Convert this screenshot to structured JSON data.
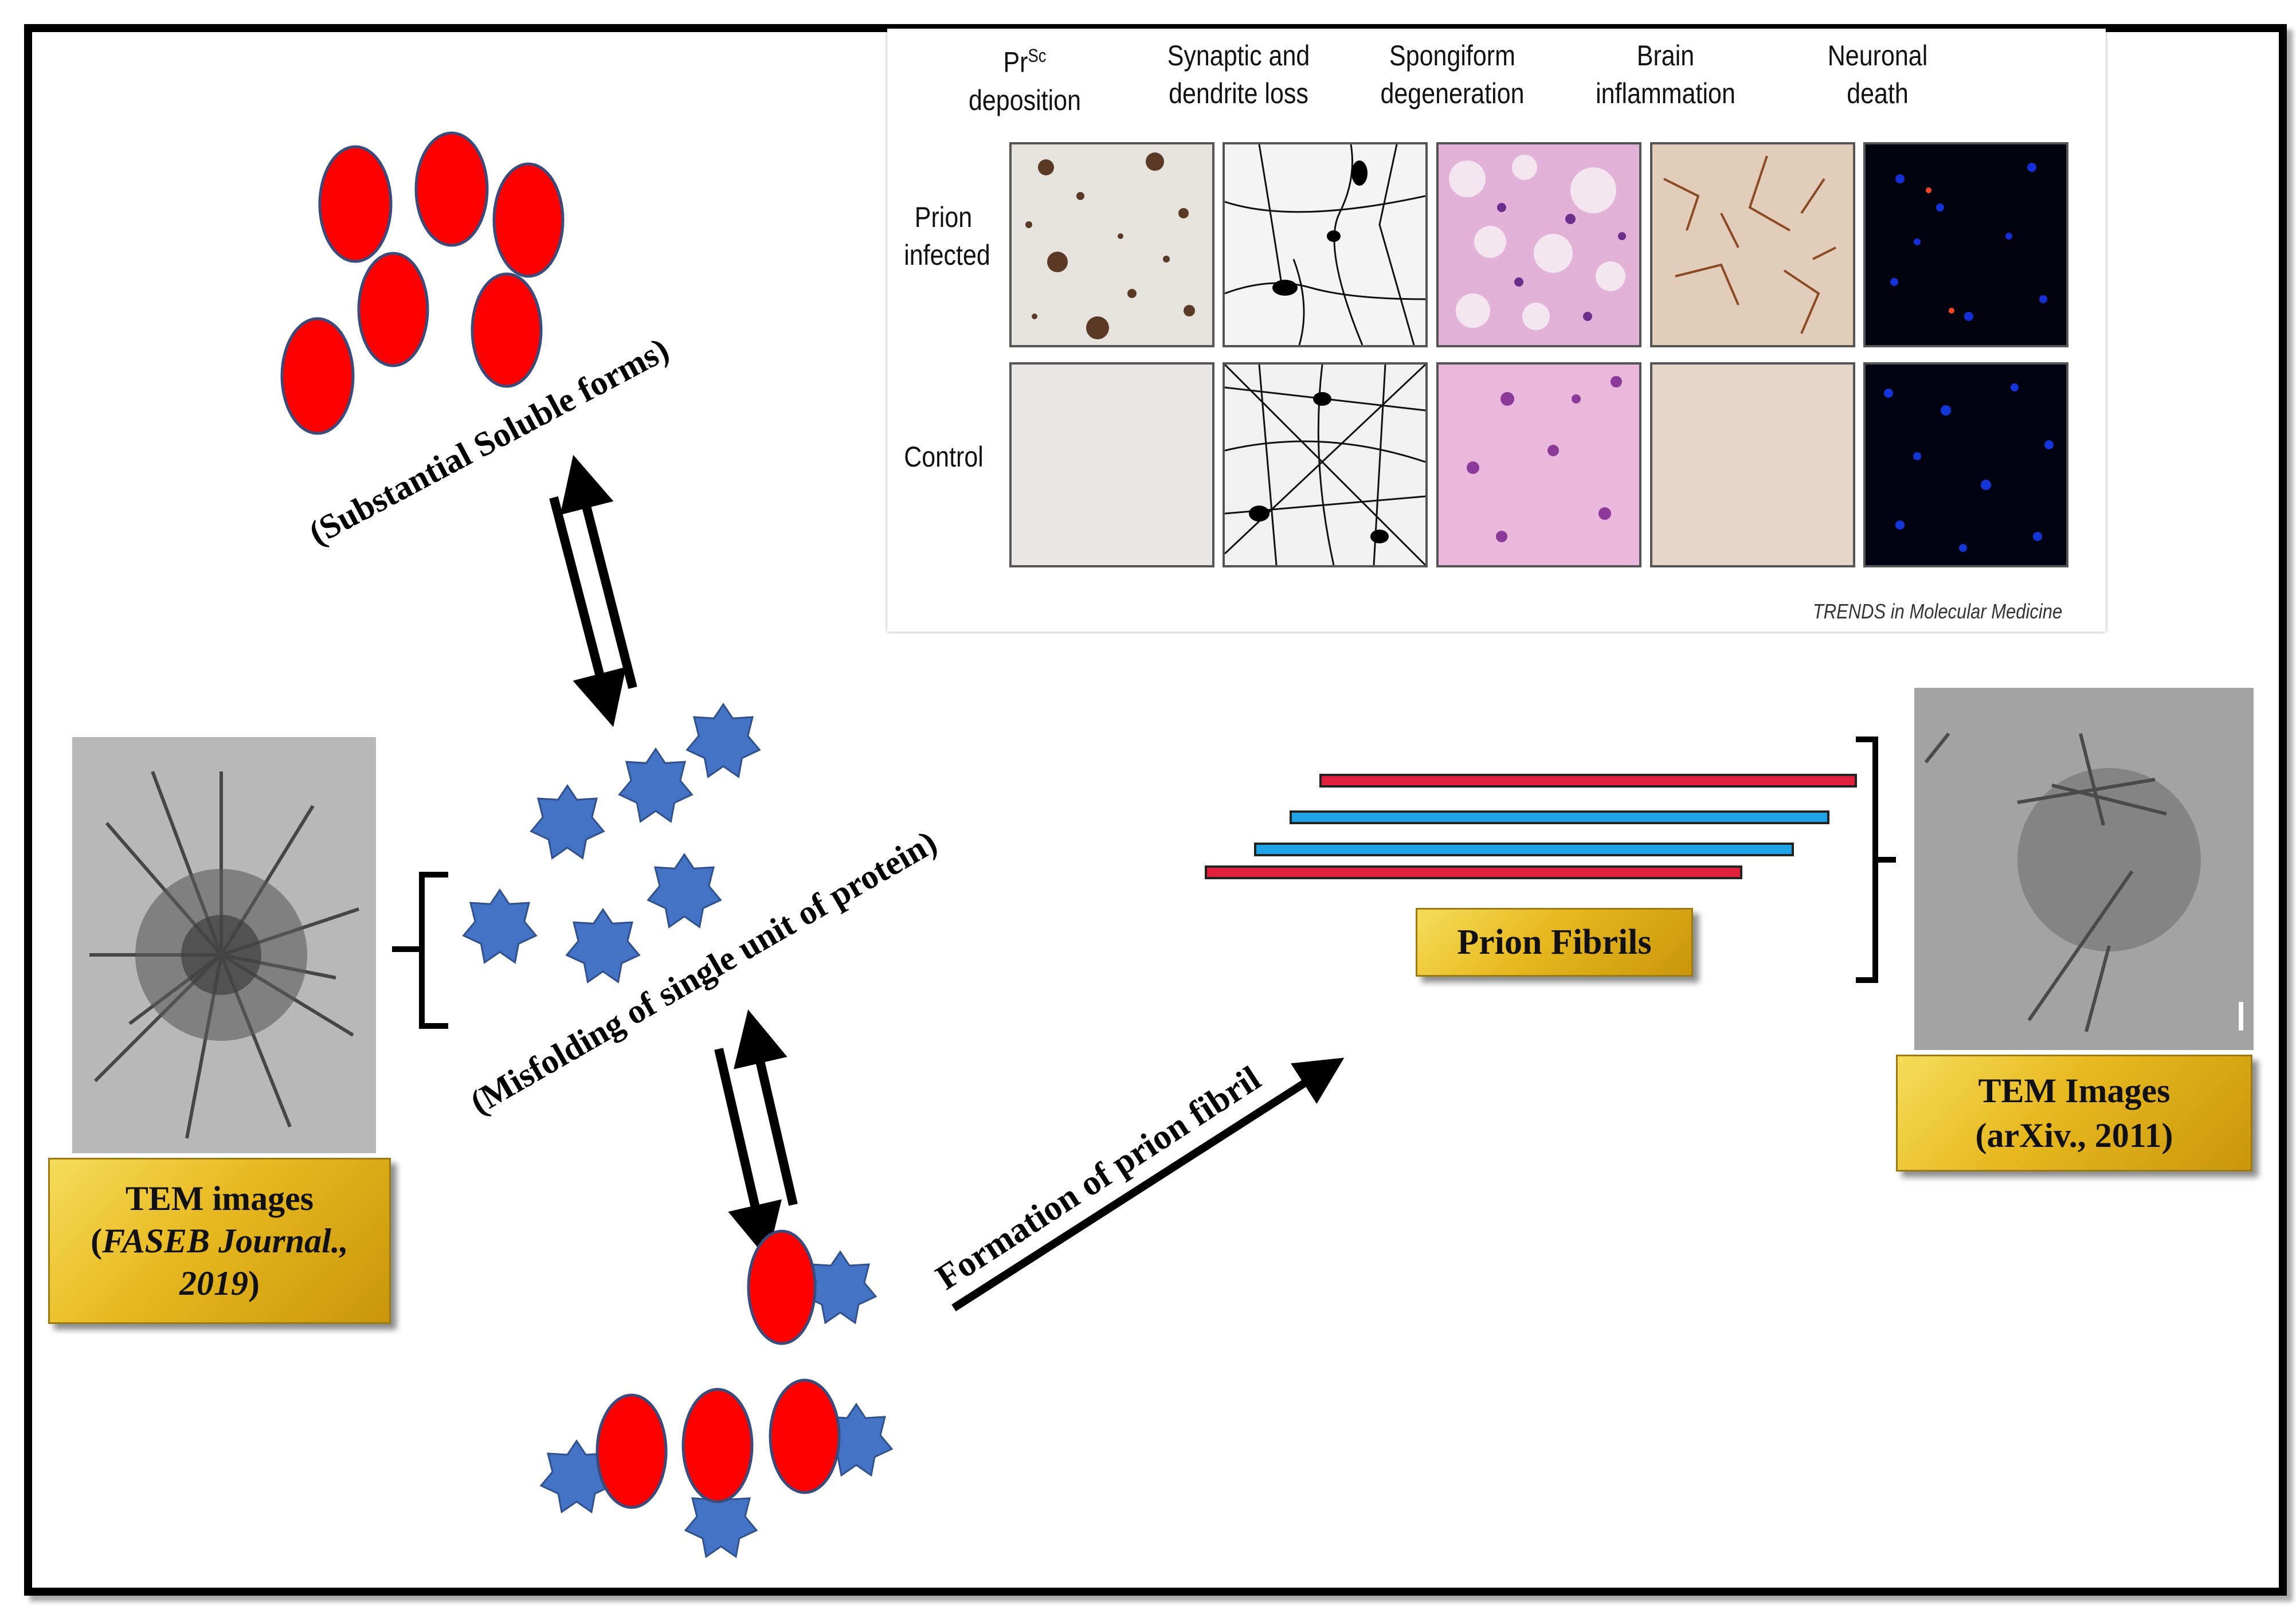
{
  "panel": {
    "columns": [
      {
        "line1": "Pr",
        "sup": "Sc",
        "line1b": "P",
        "line2": "deposition"
      },
      {
        "line1": "Synaptic and",
        "sup": "",
        "line1b": "",
        "line2": "dendrite loss"
      },
      {
        "line1": "Spongiform",
        "sup": "",
        "line1b": "",
        "line2": "degeneration"
      },
      {
        "line1": "Brain",
        "sup": "",
        "line1b": "",
        "line2": "inflammation"
      },
      {
        "line1": "Neuronal",
        "sup": "",
        "line1b": "",
        "line2": "death"
      }
    ],
    "rows": [
      {
        "line1": "Prion",
        "line2": "infected"
      },
      {
        "line1": "Control",
        "line2": ""
      }
    ],
    "credit": "TRENDS in Molecular Medicine"
  },
  "labels": {
    "soluble": "(Substantial Soluble forms)",
    "misfolding": "(Misfolding of single unit of protein)",
    "formation": "Formation of prion fibril",
    "fibrils": "Prion Fibrils"
  },
  "boxes": {
    "tem_left_line1": "TEM images",
    "tem_left_line2_open": "(",
    "tem_left_line2_italic": "FASEB Journal.,",
    "tem_left_line3_italic": "2019",
    "tem_left_line3_close": ")",
    "tem_right_line1": "TEM Images",
    "tem_right_line2": "(arXiv., 2011)"
  },
  "colors": {
    "monomer_red": "#ff0000",
    "star_blue": "#4472c4",
    "fibril_red": "#e0203c",
    "fibril_blue": "#1fa3e6",
    "gold": "#e7b81e"
  }
}
